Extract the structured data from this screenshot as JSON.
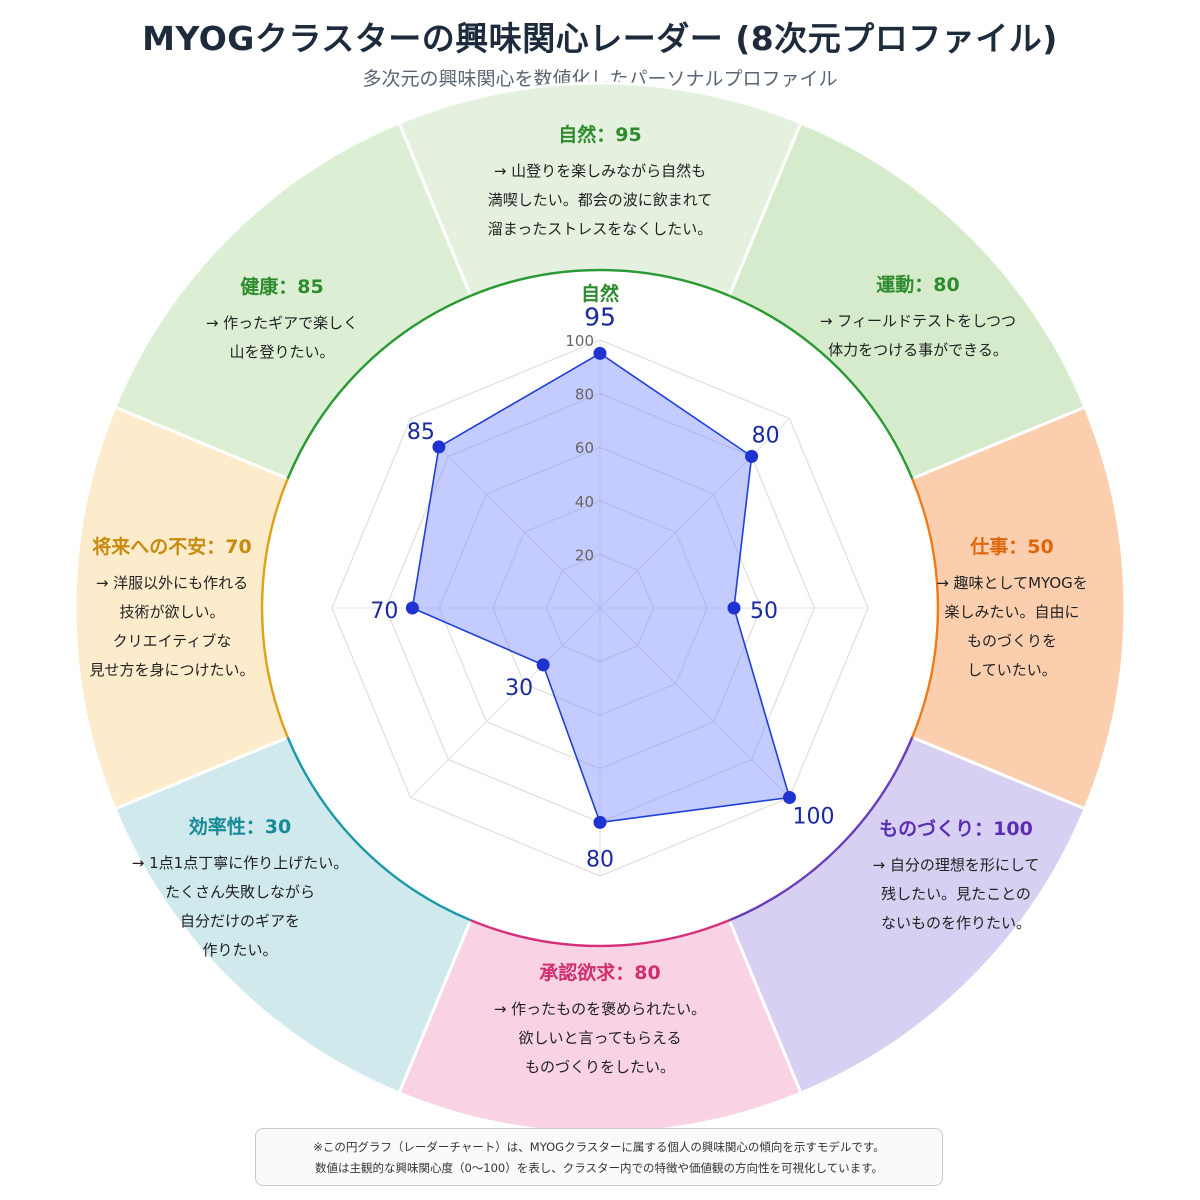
{
  "title": "MYOGクラスターの興味関心レーダー (8次元プロファイル)",
  "subtitle": "多次元の興味関心を数値化したパーソナルプロファイル",
  "chart_data": {
    "type": "radar",
    "axes": [
      "自然",
      "運動",
      "仕事",
      "ものづくり",
      "承認欲求",
      "効率性",
      "将来への不安",
      "健康"
    ],
    "values": [
      95,
      80,
      50,
      100,
      80,
      30,
      70,
      85
    ],
    "value_labels": [
      "95",
      "80",
      "50",
      "100",
      "80",
      "30",
      "70",
      "85"
    ],
    "ticks": [
      "20",
      "40",
      "60",
      "80",
      "100"
    ],
    "top_axis_label": "自然",
    "range": [
      0,
      100
    ],
    "fill_color": "#7c8cff",
    "line_color": "#1f3fd6",
    "grid": true
  },
  "sectors": [
    {
      "label": "自然：95",
      "desc": "→ 山登りを楽しみながら自然も\n満喫したい。都会の波に飲まれて\n溜まったストレスをなくしたい。",
      "fill": "#e4f1de",
      "accent": "#2b9a34",
      "title_color": "#2e8b2e"
    },
    {
      "label": "運動：80",
      "desc": "→ フィールドテストをしつつ\n体力をつける事ができる。",
      "fill": "#d5ebcc",
      "accent": "#2b9a34",
      "title_color": "#2e8b2e"
    },
    {
      "label": "仕事：50",
      "desc": "→ 趣味としてMYOGを\n楽しみたい。自由に\nものづくりを\nしていたい。",
      "fill": "#fbcfae",
      "accent": "#f07a1a",
      "title_color": "#e0660e"
    },
    {
      "label": "ものづくり：100",
      "desc": "→ 自分の理想を形にして\n残したい。見たことの\nないものを作りたい。",
      "fill": "#d8d0f3",
      "accent": "#6a3fbf",
      "title_color": "#5a2fb0"
    },
    {
      "label": "承認欲求：80",
      "desc": "→ 作ったものを褒められたい。\n欲しいと言ってもらえる\nものづくりをしたい。",
      "fill": "#f9d3e4",
      "accent": "#d62f7b",
      "title_color": "#d0306f"
    },
    {
      "label": "効率性：30",
      "desc": "→ 1点1点丁寧に作り上げたい。\nたくさん失敗しながら\n自分だけのギアを\n作りたい。",
      "fill": "#cfe9ed",
      "accent": "#1a9aa6",
      "title_color": "#168a96"
    },
    {
      "label": "将来への不安：70",
      "desc": "→ 洋服以外にも作れる\n技術が欲しい。\nクリエイティブな\n見せ方を身につけたい。",
      "fill": "#fdeccb",
      "accent": "#e0a21a",
      "title_color": "#c88a10"
    },
    {
      "label": "健康：85",
      "desc": "→ 作ったギアで楽しく\n山を登りたい。",
      "fill": "#dcefd4",
      "accent": "#2b9a34",
      "title_color": "#2e8b2e"
    }
  ],
  "footnote": "※この円グラフ（レーダーチャート）は、MYOGクラスターに属する個人の興味関心の傾向を示すモデルです。\n数値は主観的な興味関心度（0〜100）を表し、クラスター内での特徴や価値観の方向性を可視化しています。"
}
